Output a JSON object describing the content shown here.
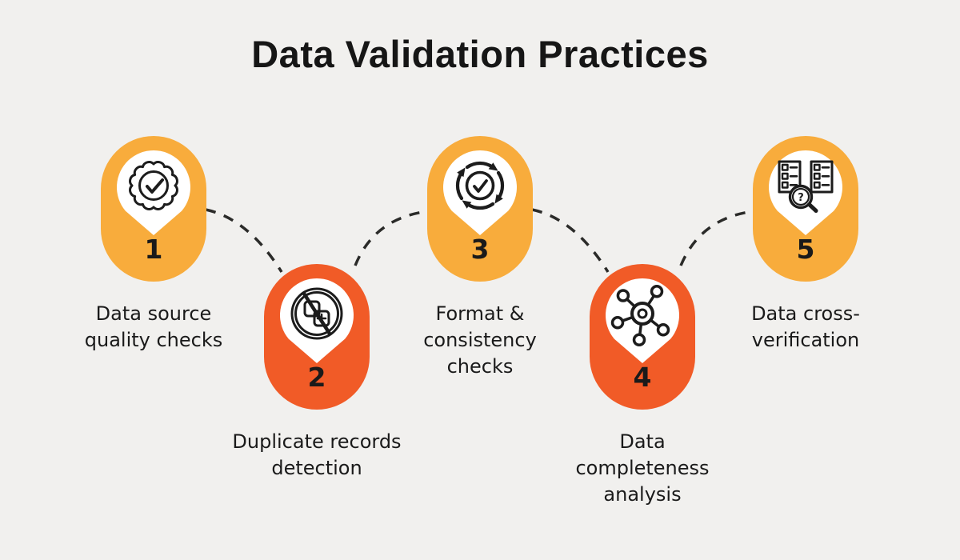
{
  "title": "Data Validation Practices",
  "colors": {
    "background": "#F1F0EE",
    "amber": "#F8AC3C",
    "red": "#F15B27",
    "ink": "#1A1A1A",
    "connector": "#2B2B29",
    "pin_fill": "#FFFFFF"
  },
  "steps": [
    {
      "number": "1",
      "label": "Data source\nquality checks",
      "icon": "seal-check-icon",
      "color": "amber",
      "row": "top"
    },
    {
      "number": "2",
      "label": "Duplicate records\ndetection",
      "icon": "no-duplicates-icon",
      "color": "red",
      "row": "bottom"
    },
    {
      "number": "3",
      "label": "Format &\nconsistency\nchecks",
      "icon": "sync-check-icon",
      "color": "amber",
      "row": "top"
    },
    {
      "number": "4",
      "label": "Data\ncompleteness\nanalysis",
      "icon": "network-nodes-icon",
      "color": "red",
      "row": "bottom"
    },
    {
      "number": "5",
      "label": "Data cross-\nverification",
      "icon": "list-search-icon",
      "color": "amber",
      "row": "top"
    }
  ]
}
